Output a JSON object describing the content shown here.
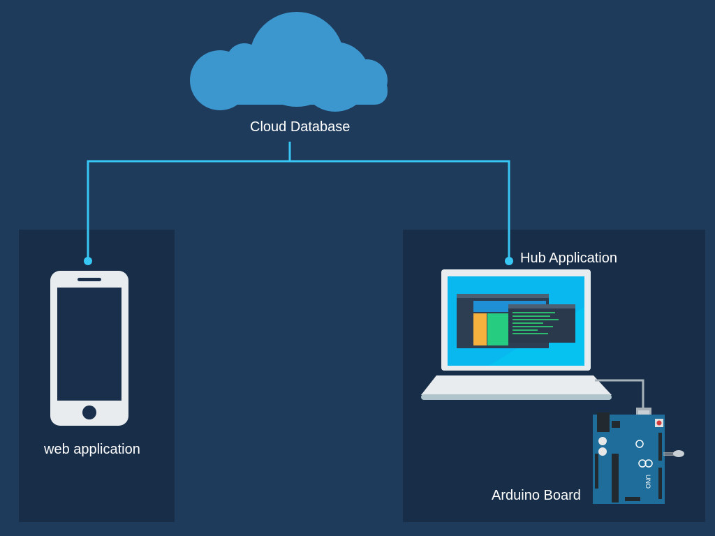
{
  "diagram": {
    "cloud": {
      "label": "Cloud Database"
    },
    "web_app": {
      "label": "web application"
    },
    "hub_app": {
      "label": "Hub Application"
    },
    "arduino": {
      "label": "Arduino Board",
      "board_text": "UNO"
    }
  },
  "colors": {
    "background": "#1e3b5c",
    "panel": "#182d47",
    "cloud": "#3d97cf",
    "connector": "#38c6f4",
    "device": "#e8ecef",
    "screen": "#1a2f4b",
    "arduino": "#1f6d9a"
  }
}
